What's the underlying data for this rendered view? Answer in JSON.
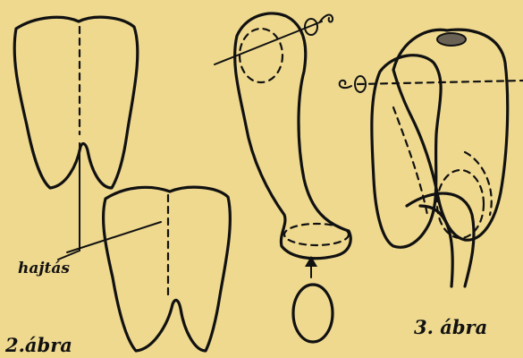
{
  "labels": {
    "fold": "hajtás",
    "figure2": "2.ábra",
    "figure3": "3. ábra"
  },
  "colors": {
    "paper": "#efd98f",
    "ink": "#111111"
  }
}
